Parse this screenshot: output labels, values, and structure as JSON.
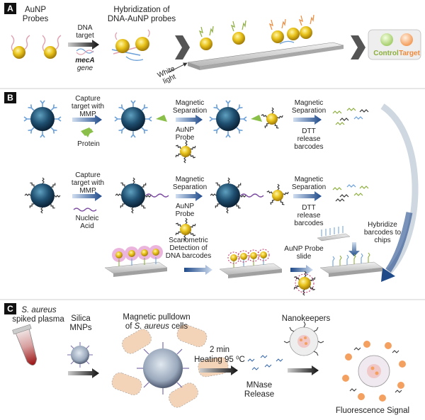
{
  "panels": {
    "a": "A",
    "b": "B",
    "c": "C"
  },
  "panel_a": {
    "aunp_probes": "AuNP\nProbes",
    "dna_target": "DNA\ntarget",
    "meca": "mecA",
    "gene": "gene",
    "hybridization": "Hybridization of\nDNA-AuNP probes",
    "white_light": "White\nlight",
    "control": "Control",
    "target": "Target",
    "control_color": "#8cae3c",
    "target_color": "#f08a3a"
  },
  "panel_b": {
    "capture_mmp_1": "Capture\ntarget with\nMMP",
    "protein": "Protein",
    "mag_sep_1": "Magnetic\nSeparation",
    "aunp_probe_1": "AuNP\nProbe",
    "mag_sep_2": "Magnetic\nSeparation",
    "dtt_release_1": "DTT\nrelease\nbarcodes",
    "capture_mmp_2": "Capture\ntarget with\nMMP",
    "nucleic_acid": "Nucleic\nAcid",
    "mag_sep_3": "Magnetic\nSeparation",
    "aunp_probe_2": "AuNP\nProbe",
    "mag_sep_4": "Magnetic\nSeparation",
    "dtt_release_2": "DTT\nrelease\nbarcodes",
    "hybridize": "Hybridize\nbarcodes to\nchips",
    "aunp_probe_slide": "AuNP Probe\nslide",
    "scanometric": "Scanometric\nDetection of\nDNA barcodes"
  },
  "panel_c": {
    "s_aureus": "S. aureus",
    "spiked_plasma": "spiked plasma",
    "silica_mnps": "Silica\nMNPs",
    "magnetic_pulldown": "Magnetic pulldown",
    "of_text": "of ",
    "s_aureus_2": "S. aureus",
    "cells_text": " cells",
    "two_min": "2 min",
    "heating": "Heating 95 ⁰C",
    "mnase_release": "MNase\nRelease",
    "nanokeepers": "Nanokeepers",
    "fluorescence": "Fluorescence Signal"
  },
  "colors": {
    "gold": "#e8c21a",
    "mnp": "#1f4f70",
    "arrow": "#2a5a9a",
    "antibody": "#6a9fd8"
  }
}
